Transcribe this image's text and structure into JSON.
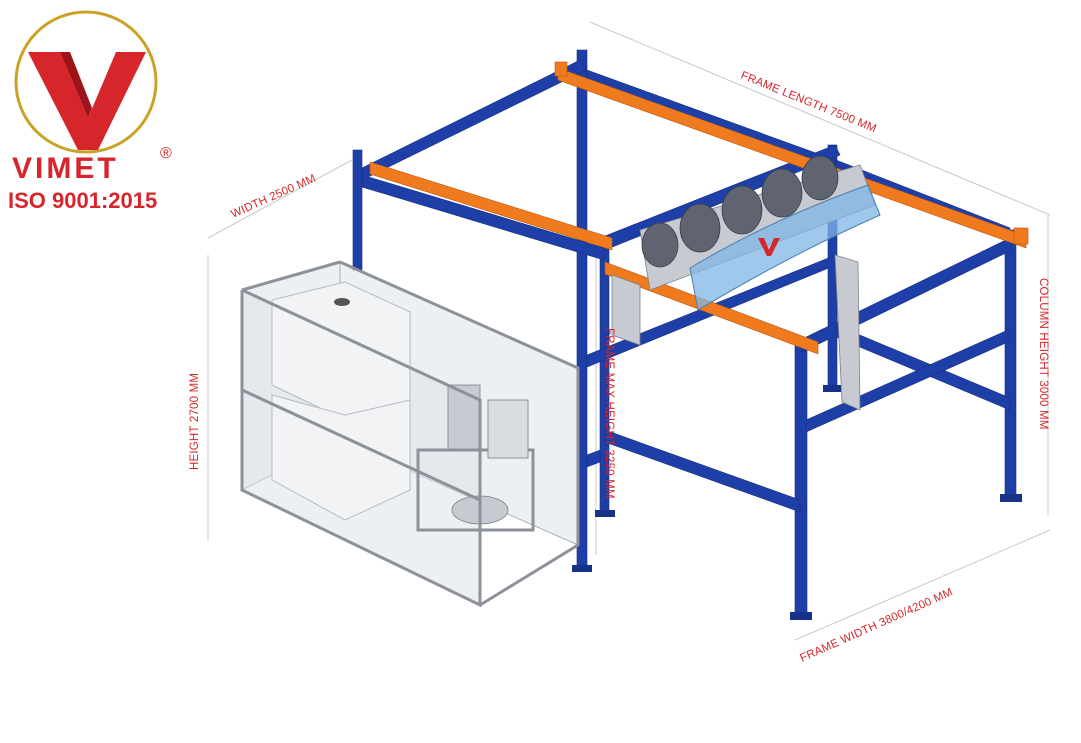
{
  "logo": {
    "brand": "VIMET",
    "registered": "®",
    "certification": "ISO 9001:2015",
    "colors": {
      "ring": "#c9a227",
      "mark": "#d7262b",
      "text": "#d7262b"
    }
  },
  "dimensions": {
    "frame_length": "FRAME LENGTH 7500 MM",
    "width": "WIDTH 2500 MM",
    "height": "HEIGHT 2700 MM",
    "frame_max_height": "FRAME MAX HEIGHT 3250 MM",
    "column_height": "COLUMN HEIGHT 3000 MM",
    "frame_width": "FRAME WIDTH 3800/4200 MM"
  },
  "colors": {
    "frame": "#1f3fa8",
    "rail": "#f07b1f",
    "dimension_text": "#d7262b"
  }
}
